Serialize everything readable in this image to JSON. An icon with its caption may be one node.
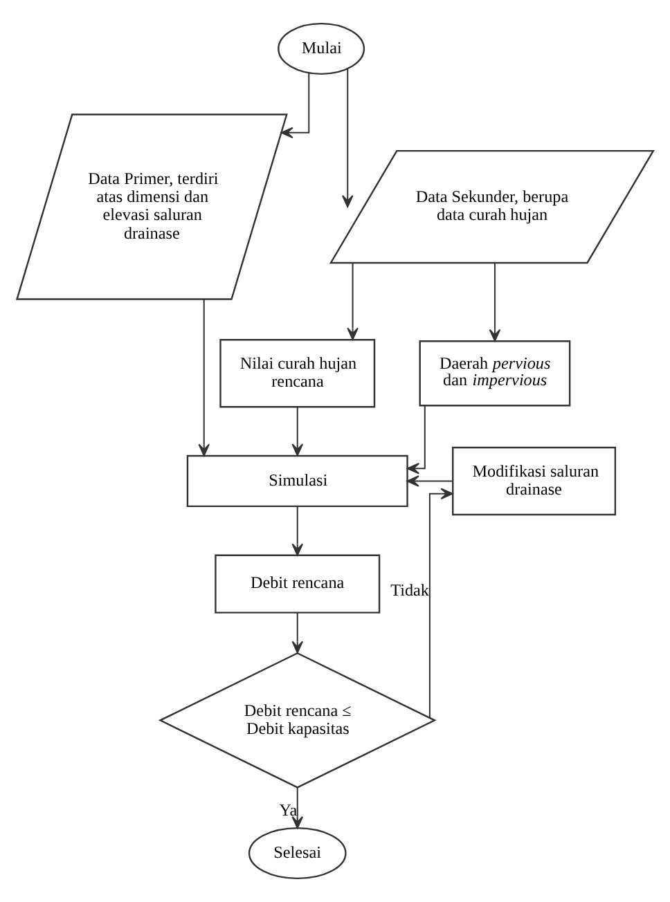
{
  "diagram": {
    "nodes": [
      {
        "text": [
          "Mulai"
        ]
      },
      {
        "text": [
          "Data Primer, terdiri atas dimensi dan elevasi saluran drainase"
        ]
      },
      {
        "text": [
          "Data Sekunder, berupa data curah hujan"
        ]
      },
      {
        "text": [
          "Nilai curah hujan rencana"
        ]
      },
      {
        "text": [
          "Daerah *pervious* dan *impervious*"
        ]
      },
      {
        "text": [
          "Simulasi"
        ]
      },
      {
        "text": [
          "Modifikasi saluran drainase"
        ]
      },
      {
        "text": [
          "Debit rencana"
        ]
      },
      {
        "text": [
          "Debit rencana ≤ Debit kapasitas"
        ]
      },
      {
        "text": [
          "Selesai"
        ]
      }
    ],
    "edges": [
      {
        "from": 0,
        "to": 1,
        "arrow": "to"
      },
      {
        "from": 0,
        "to": 2,
        "arrow": "to"
      },
      {
        "from": 2,
        "to": 3,
        "arrow": "to"
      },
      {
        "from": 2,
        "to": 4,
        "arrow": "to"
      },
      {
        "from": 1,
        "to": 5,
        "arrow": "to"
      },
      {
        "from": 3,
        "to": 5,
        "arrow": "to"
      },
      {
        "from": 4,
        "to": 5,
        "arrow": "to"
      },
      {
        "from": 5,
        "to": 7,
        "arrow": "to"
      },
      {
        "from": 7,
        "to": 8,
        "arrow": "to"
      },
      {
        "from": 8,
        "to": 9,
        "label": "Ya",
        "arrow": "to"
      },
      {
        "from": 8,
        "to": 6,
        "label": "Tidak",
        "arrow": "to"
      },
      {
        "from": 6,
        "to": 5,
        "arrow": "to"
      }
    ]
  }
}
